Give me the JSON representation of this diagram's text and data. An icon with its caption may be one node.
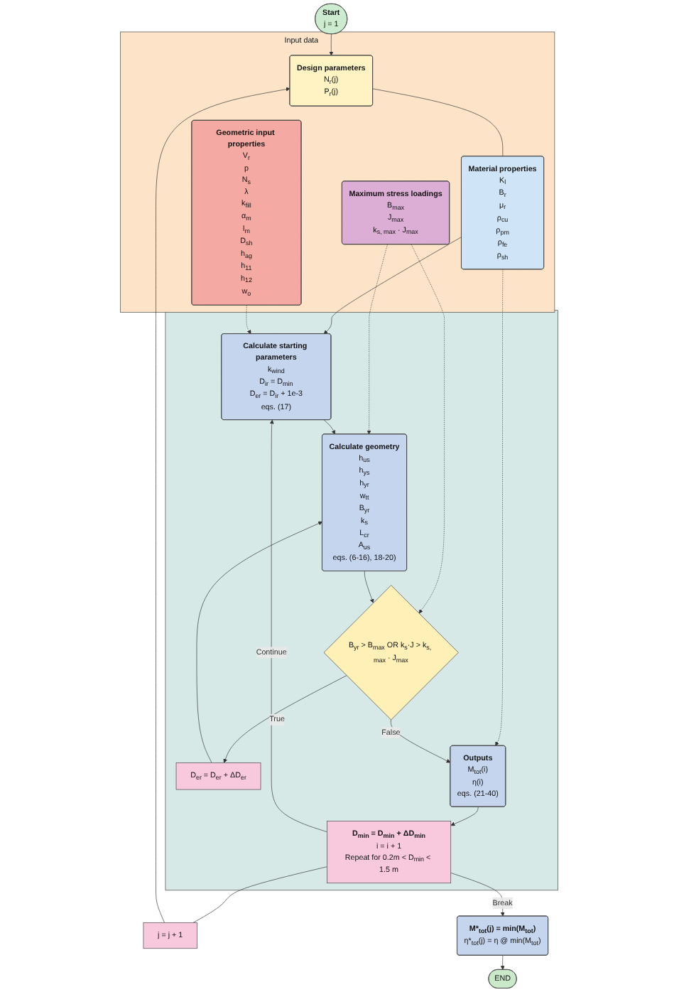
{
  "diagram": {
    "nodes": [
      {
        "text": [
          "Start",
          "j = 1"
        ]
      },
      {
        "text": [
          "Input data"
        ]
      },
      {
        "text": [
          "Design parameters",
          "N$_{r}$(j)",
          "P$_{r}$(j)"
        ],
        "in": 1
      },
      {
        "text": [
          "Material properties",
          "K$_{l}$",
          "B$_{r}$",
          "μ$_{r}$",
          "ρ$_{cu}$",
          "ρ$_{pm}$",
          "ρ$_{fe}$",
          "ρ$_{sh}$"
        ],
        "in": 1
      },
      {
        "text": [
          "Geometric input properties",
          "V$_{r}$",
          "p",
          "N$_{s}$",
          "λ",
          "k$_{fill}$",
          "α$_{m}$",
          "l$_{m}$",
          "D$_{sh}$",
          "h$_{ag}$",
          "h$_{11}$",
          "h$_{12}$",
          "w$_{o}$"
        ],
        "in": 1
      },
      {
        "text": [
          "Maximum stress loadings",
          "B$_{max}$",
          "J$_{max}$",
          "k$_{s, max}$ · J$_{max}$"
        ],
        "in": 1
      },
      {
        "text": [
          "j = j + 1"
        ]
      },
      {
        "text": [],
        "shape": "box"
      },
      {
        "text": [
          "Calculate starting parameters",
          "k$_{wind}$",
          "D$_{ir}$ = D$_{min}$",
          "D$_{er}$ = D$_{ir}$ + 1e-3",
          "eqs. (17)"
        ],
        "in": 7
      },
      {
        "text": [
          "Calculate geometry",
          "h$_{us}$",
          "h$_{ys}$",
          "h$_{yr}$",
          "w$_{tt}$",
          "B$_{yr}$",
          "k$_{s}$",
          "L$_{cr}$",
          "A$_{us}$",
          "eqs. (6-16), 18-20)"
        ],
        "in": 7
      },
      {
        "text": [
          "D$_{er}$ = D$_{er}$ + ΔD$_{er}$"
        ],
        "in": 7
      },
      {
        "text": [
          "B$_{yr}$ > B$_{max}$ OR k$_{s}$·J > k$_{s, max}$ · J$_{max}$"
        ],
        "in": 7
      },
      {
        "text": [
          "Outputs",
          "M$_{tot}$(i)",
          "η(i)",
          "eqs. (21-40)"
        ],
        "in": 7
      },
      {
        "text": [
          "D$_{min}$ = D$_{min}$ + ΔD$_{min}$",
          "i = i + 1",
          "Repeat for 0.2m < D$_{min}$ < 1.5 m"
        ],
        "in": 7
      },
      {
        "text": [
          "M*$_{tot}$(j) = min(M$_{tot}$)",
          "η*$_{tot}$(j) = η @ min(M$_{tot}$)"
        ]
      },
      {
        "text": [
          "END"
        ]
      }
    ],
    "edges": [
      {
        "from": 0,
        "to": 2,
        "arrow": "to"
      },
      {
        "from": 2,
        "to": 3,
        "arrow": "none"
      },
      {
        "from": 3,
        "to": 8,
        "arrow": "to"
      },
      {
        "from": 4,
        "to": 8,
        "arrow": "to",
        "style": "dashed"
      },
      {
        "from": 3,
        "to": 12,
        "arrow": "to",
        "style": "dashed"
      },
      {
        "from": 5,
        "to": 9,
        "arrow": "to",
        "style": "dashed"
      },
      {
        "from": 5,
        "to": 11,
        "arrow": "to",
        "style": "dashed"
      },
      {
        "from": 8,
        "to": 9,
        "arrow": "to"
      },
      {
        "from": 10,
        "to": 9,
        "arrow": "to"
      },
      {
        "from": 9,
        "to": 11,
        "arrow": "to"
      },
      {
        "from": 11,
        "to": 10,
        "arrow": "to",
        "label": "True"
      },
      {
        "from": 11,
        "to": 12,
        "arrow": "to",
        "label": "False"
      },
      {
        "from": 12,
        "to": 13,
        "arrow": "to"
      },
      {
        "from": 13,
        "to": 8,
        "arrow": "to",
        "label": "Continue"
      },
      {
        "from": 13,
        "to": 14,
        "arrow": "to",
        "label": "Break"
      },
      {
        "from": 13,
        "to": 6,
        "arrow": "none"
      },
      {
        "from": 6,
        "to": 2,
        "arrow": "to"
      },
      {
        "from": 14,
        "to": 15,
        "arrow": "to"
      }
    ]
  }
}
